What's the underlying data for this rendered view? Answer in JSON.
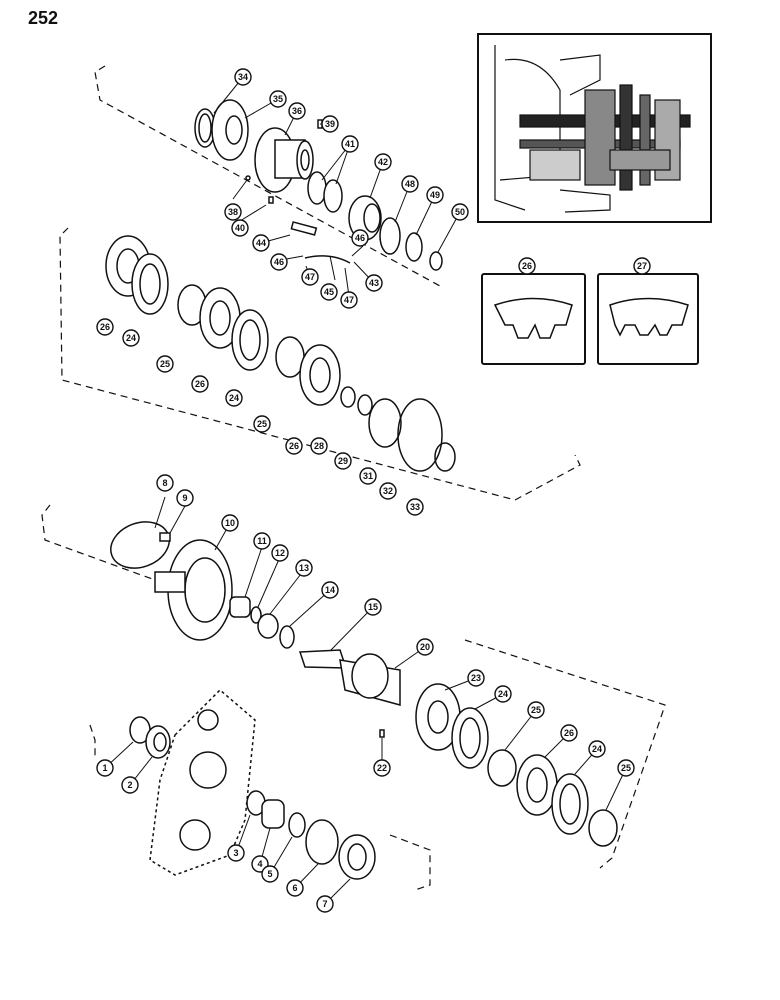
{
  "page": {
    "number": "252"
  },
  "insets": {
    "left_label": "26",
    "right_label": "27"
  },
  "callouts": [
    {
      "id": "34",
      "label": "34"
    },
    {
      "id": "35",
      "label": "35"
    },
    {
      "id": "36",
      "label": "36"
    },
    {
      "id": "39",
      "label": "39"
    },
    {
      "id": "41",
      "label": "41"
    },
    {
      "id": "42",
      "label": "42"
    },
    {
      "id": "48",
      "label": "48"
    },
    {
      "id": "49",
      "label": "49"
    },
    {
      "id": "50",
      "label": "50"
    },
    {
      "id": "38",
      "label": "38"
    },
    {
      "id": "40",
      "label": "40"
    },
    {
      "id": "44",
      "label": "44"
    },
    {
      "id": "46a",
      "label": "46"
    },
    {
      "id": "46b",
      "label": "46"
    },
    {
      "id": "47a",
      "label": "47"
    },
    {
      "id": "45",
      "label": "45"
    },
    {
      "id": "47b",
      "label": "47"
    },
    {
      "id": "43",
      "label": "43"
    },
    {
      "id": "26a",
      "label": "26"
    },
    {
      "id": "24a",
      "label": "24"
    },
    {
      "id": "25a",
      "label": "25"
    },
    {
      "id": "26b",
      "label": "26"
    },
    {
      "id": "24b",
      "label": "24"
    },
    {
      "id": "25b",
      "label": "25"
    },
    {
      "id": "26c",
      "label": "26"
    },
    {
      "id": "28",
      "label": "28"
    },
    {
      "id": "29",
      "label": "29"
    },
    {
      "id": "31",
      "label": "31"
    },
    {
      "id": "32",
      "label": "32"
    },
    {
      "id": "33",
      "label": "33"
    },
    {
      "id": "8",
      "label": "8"
    },
    {
      "id": "9",
      "label": "9"
    },
    {
      "id": "10",
      "label": "10"
    },
    {
      "id": "11",
      "label": "11"
    },
    {
      "id": "12",
      "label": "12"
    },
    {
      "id": "13",
      "label": "13"
    },
    {
      "id": "14",
      "label": "14"
    },
    {
      "id": "15",
      "label": "15"
    },
    {
      "id": "20",
      "label": "20"
    },
    {
      "id": "23",
      "label": "23"
    },
    {
      "id": "24c",
      "label": "24"
    },
    {
      "id": "25c",
      "label": "25"
    },
    {
      "id": "26d",
      "label": "26"
    },
    {
      "id": "24d",
      "label": "24"
    },
    {
      "id": "25d",
      "label": "25"
    },
    {
      "id": "22",
      "label": "22"
    },
    {
      "id": "1",
      "label": "1"
    },
    {
      "id": "2",
      "label": "2"
    },
    {
      "id": "3",
      "label": "3"
    },
    {
      "id": "4",
      "label": "4"
    },
    {
      "id": "5",
      "label": "5"
    },
    {
      "id": "6",
      "label": "6"
    },
    {
      "id": "7",
      "label": "7"
    }
  ]
}
